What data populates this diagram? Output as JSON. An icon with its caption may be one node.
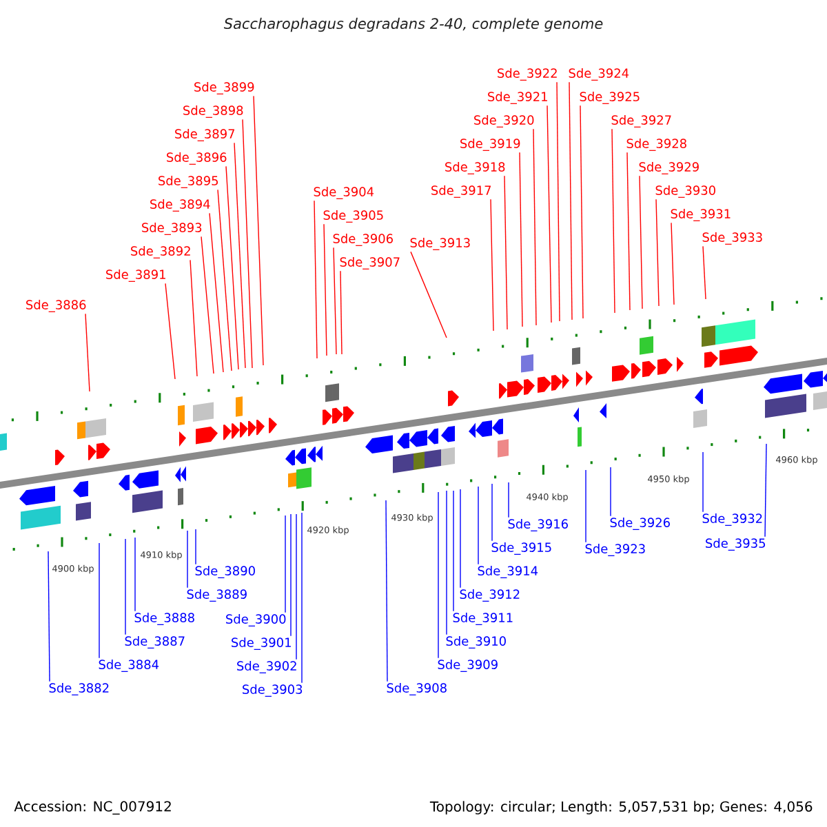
{
  "diagram": {
    "title": "Saccharophagus degradans 2-40, complete genome",
    "nodes": [
      {
        "text": [
          "Sde_3882"
        ]
      },
      {
        "text": [
          "Sde_3884"
        ]
      },
      {
        "text": [
          "Sde_3886"
        ]
      },
      {
        "text": [
          "Sde_3887"
        ]
      },
      {
        "text": [
          "Sde_3888"
        ]
      },
      {
        "text": [
          "Sde_3889"
        ]
      },
      {
        "text": [
          "Sde_3890"
        ]
      },
      {
        "text": [
          "Sde_3891"
        ]
      },
      {
        "text": [
          "Sde_3892"
        ]
      },
      {
        "text": [
          "Sde_3893"
        ]
      },
      {
        "text": [
          "Sde_3894"
        ]
      },
      {
        "text": [
          "Sde_3895"
        ]
      },
      {
        "text": [
          "Sde_3896"
        ]
      },
      {
        "text": [
          "Sde_3897"
        ]
      },
      {
        "text": [
          "Sde_3898"
        ]
      },
      {
        "text": [
          "Sde_3899"
        ]
      },
      {
        "text": [
          "Sde_3900"
        ]
      },
      {
        "text": [
          "Sde_3901"
        ]
      },
      {
        "text": [
          "Sde_3902"
        ]
      },
      {
        "text": [
          "Sde_3903"
        ]
      },
      {
        "text": [
          "Sde_3904"
        ]
      },
      {
        "text": [
          "Sde_3905"
        ]
      },
      {
        "text": [
          "Sde_3906"
        ]
      },
      {
        "text": [
          "Sde_3907"
        ]
      },
      {
        "text": [
          "Sde_3908"
        ]
      },
      {
        "text": [
          "Sde_3909"
        ]
      },
      {
        "text": [
          "Sde_3910"
        ]
      },
      {
        "text": [
          "Sde_3911"
        ]
      },
      {
        "text": [
          "Sde_3912"
        ]
      },
      {
        "text": [
          "Sde_3913"
        ]
      },
      {
        "text": [
          "Sde_3914"
        ]
      },
      {
        "text": [
          "Sde_3915"
        ]
      },
      {
        "text": [
          "Sde_3916"
        ]
      },
      {
        "text": [
          "Sde_3917"
        ]
      },
      {
        "text": [
          "Sde_3918"
        ]
      },
      {
        "text": [
          "Sde_3919"
        ]
      },
      {
        "text": [
          "Sde_3920"
        ]
      },
      {
        "text": [
          "Sde_3921"
        ]
      },
      {
        "text": [
          "Sde_3922"
        ]
      },
      {
        "text": [
          "Sde_3923"
        ]
      },
      {
        "text": [
          "Sde_3924"
        ]
      },
      {
        "text": [
          "Sde_3925"
        ]
      },
      {
        "text": [
          "Sde_3926"
        ]
      },
      {
        "text": [
          "Sde_3927"
        ]
      },
      {
        "text": [
          "Sde_3928"
        ]
      },
      {
        "text": [
          "Sde_3929"
        ]
      },
      {
        "text": [
          "Sde_3930"
        ]
      },
      {
        "text": [
          "Sde_3931"
        ]
      },
      {
        "text": [
          "Sde_3932"
        ]
      },
      {
        "text": [
          "Sde_3933"
        ]
      },
      {
        "text": [
          "Sde_3935"
        ]
      }
    ],
    "edges": [
      {
        "from": 0,
        "to": null,
        "arrow": "none",
        "color": "#0000ff"
      },
      {
        "from": 1,
        "to": null,
        "arrow": "none",
        "color": "#0000ff"
      },
      {
        "from": 2,
        "to": null,
        "arrow": "none"
      },
      {
        "from": 3,
        "to": null,
        "arrow": "none",
        "color": "#0000ff"
      },
      {
        "from": 4,
        "to": null,
        "arrow": "none",
        "color": "#0000ff"
      },
      {
        "from": 5,
        "to": null,
        "arrow": "none",
        "color": "#0000ff"
      },
      {
        "from": 6,
        "to": null,
        "arrow": "none",
        "color": "#0000ff"
      },
      {
        "from": 7,
        "to": null,
        "arrow": "none"
      },
      {
        "from": 8,
        "to": null,
        "arrow": "none"
      },
      {
        "from": 9,
        "to": null,
        "arrow": "none"
      },
      {
        "from": 10,
        "to": null,
        "arrow": "none"
      },
      {
        "from": 11,
        "to": null,
        "arrow": "none"
      },
      {
        "from": 12,
        "to": null,
        "arrow": "none"
      },
      {
        "from": 13,
        "to": null,
        "arrow": "none"
      },
      {
        "from": 14,
        "to": null,
        "arrow": "none"
      },
      {
        "from": 15,
        "to": null,
        "arrow": "none"
      },
      {
        "from": 16,
        "to": null,
        "arrow": "none",
        "color": "#0000ff"
      },
      {
        "from": 17,
        "to": null,
        "arrow": "none",
        "color": "#0000ff"
      },
      {
        "from": 18,
        "to": null,
        "arrow": "none",
        "color": "#0000ff"
      },
      {
        "from": 19,
        "to": null,
        "arrow": "none",
        "color": "#0000ff"
      },
      {
        "from": 20,
        "to": null,
        "arrow": "none"
      },
      {
        "from": 21,
        "to": null,
        "arrow": "none"
      },
      {
        "from": 22,
        "to": null,
        "arrow": "none"
      },
      {
        "from": 23,
        "to": null,
        "arrow": "none"
      },
      {
        "from": 24,
        "to": null,
        "arrow": "none",
        "color": "#0000ff"
      },
      {
        "from": 25,
        "to": null,
        "arrow": "none",
        "color": "#0000ff"
      },
      {
        "from": 26,
        "to": null,
        "arrow": "none",
        "color": "#0000ff"
      },
      {
        "from": 27,
        "to": null,
        "arrow": "none",
        "color": "#0000ff"
      },
      {
        "from": 28,
        "to": null,
        "arrow": "none",
        "color": "#0000ff"
      },
      {
        "from": 29,
        "to": null,
        "arrow": "none"
      },
      {
        "from": 30,
        "to": null,
        "arrow": "none",
        "color": "#0000ff"
      },
      {
        "from": 31,
        "to": null,
        "arrow": "none",
        "color": "#0000ff"
      },
      {
        "from": 32,
        "to": null,
        "arrow": "none",
        "color": "#0000ff"
      },
      {
        "from": 33,
        "to": null,
        "arrow": "none"
      },
      {
        "from": 34,
        "to": null,
        "arrow": "none"
      },
      {
        "from": 35,
        "to": null,
        "arrow": "none"
      },
      {
        "from": 36,
        "to": null,
        "arrow": "none"
      },
      {
        "from": 37,
        "to": null,
        "arrow": "none"
      },
      {
        "from": 38,
        "to": null,
        "arrow": "none"
      },
      {
        "from": 39,
        "to": null,
        "arrow": "none",
        "color": "#0000ff"
      },
      {
        "from": 40,
        "to": null,
        "arrow": "none"
      },
      {
        "from": 41,
        "to": null,
        "arrow": "none"
      },
      {
        "from": 42,
        "to": null,
        "arrow": "none",
        "color": "#0000ff"
      },
      {
        "from": 43,
        "to": null,
        "arrow": "none"
      },
      {
        "from": 44,
        "to": null,
        "arrow": "none"
      },
      {
        "from": 45,
        "to": null,
        "arrow": "none"
      },
      {
        "from": 46,
        "to": null,
        "arrow": "none"
      },
      {
        "from": 47,
        "to": null,
        "arrow": "none"
      },
      {
        "from": 48,
        "to": null,
        "arrow": "none",
        "color": "#0000ff"
      },
      {
        "from": 49,
        "to": null,
        "arrow": "none"
      },
      {
        "from": 50,
        "to": null,
        "arrow": "none",
        "color": "#0000ff"
      }
    ],
    "labels": [
      "4900 kbp",
      "4910 kbp",
      "4920 kbp",
      "4930 kbp",
      "4940 kbp",
      "4950 kbp",
      "4960 kbp",
      "Accession: NC_007912",
      "Topology: circular; Length: 5,057,531 bp; Genes: 4,056"
    ]
  }
}
